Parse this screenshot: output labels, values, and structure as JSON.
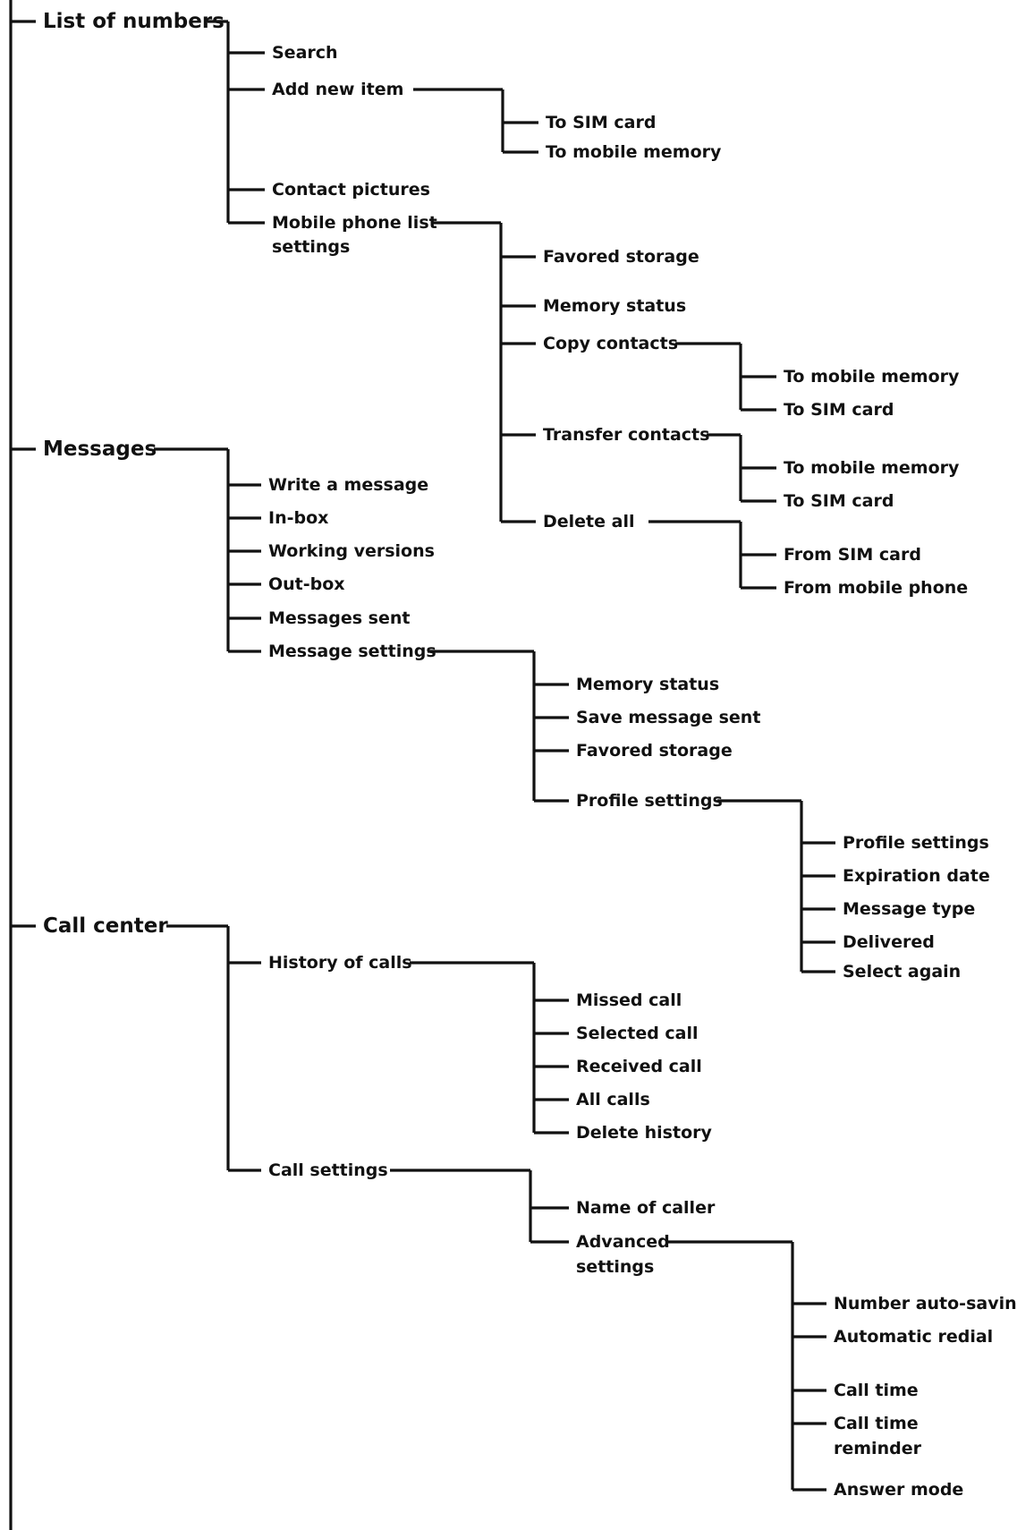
{
  "root": {
    "children": [
      {
        "label": "List of numbers",
        "children": [
          {
            "label": "Search"
          },
          {
            "label": "Add new item",
            "children": [
              {
                "label": "To SIM card"
              },
              {
                "label": "To mobile memory"
              }
            ]
          },
          {
            "label": "Contact pictures"
          },
          {
            "lines": [
              "Mobile phone list",
              "settings"
            ],
            "children": [
              {
                "label": "Favored storage"
              },
              {
                "label": "Memory status"
              },
              {
                "label": "Copy contacts",
                "children": [
                  {
                    "label": "To mobile memory"
                  },
                  {
                    "label": "To SIM card"
                  }
                ]
              },
              {
                "label": "Transfer contacts",
                "children": [
                  {
                    "label": "To mobile memory"
                  },
                  {
                    "label": "To SIM card"
                  }
                ]
              },
              {
                "label": "Delete all",
                "children": [
                  {
                    "label": "From SIM card"
                  },
                  {
                    "label": "From mobile phone"
                  }
                ]
              }
            ]
          }
        ]
      },
      {
        "label": "Messages",
        "children": [
          {
            "label": "Write a message"
          },
          {
            "label": "In-box"
          },
          {
            "label": "Working versions"
          },
          {
            "label": "Out-box"
          },
          {
            "label": "Messages sent"
          },
          {
            "label": "Message settings",
            "children": [
              {
                "label": "Memory status"
              },
              {
                "label": "Save message sent"
              },
              {
                "label": "Favored storage"
              },
              {
                "label": "Profile settings",
                "children": [
                  {
                    "label": "Profile settings"
                  },
                  {
                    "label": "Expiration date"
                  },
                  {
                    "label": "Message type"
                  },
                  {
                    "label": "Delivered"
                  },
                  {
                    "label": "Select again"
                  }
                ]
              }
            ]
          }
        ]
      },
      {
        "label": "Call center",
        "children": [
          {
            "label": "History of calls",
            "children": [
              {
                "label": "Missed call"
              },
              {
                "label": "Selected call"
              },
              {
                "label": "Received call"
              },
              {
                "label": "All calls"
              },
              {
                "label": "Delete history"
              }
            ]
          },
          {
            "label": "Call settings",
            "children": [
              {
                "label": "Name of caller"
              },
              {
                "lines": [
                  "Advanced",
                  "settings"
                ],
                "children": [
                  {
                    "label": "Number auto-saving"
                  },
                  {
                    "label": "Automatic redial"
                  },
                  {
                    "label": "Call time"
                  },
                  {
                    "lines": [
                      "Call time",
                      "reminder"
                    ]
                  },
                  {
                    "label": "Answer mode"
                  }
                ]
              }
            ]
          }
        ]
      }
    ]
  }
}
